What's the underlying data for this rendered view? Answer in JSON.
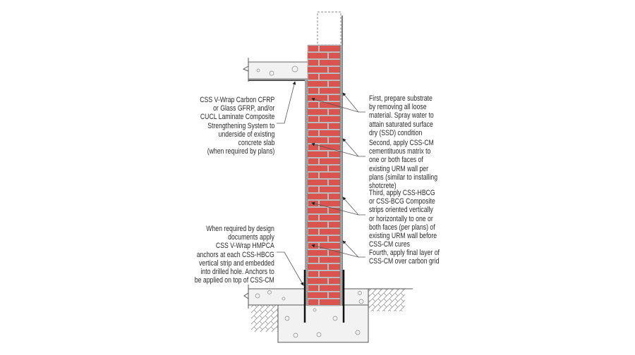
{
  "diagram": {
    "colors": {
      "brick": "#d9534f",
      "mortar": "#b9bcbd",
      "concrete": "#f2f2f2",
      "line": "#333333"
    },
    "labels_left": [
      {
        "text": "CSS V-Wrap Carbon CFRP\nor Glass GFRP, and/or\nCUCL Laminate Composite\nStrengthening System to\nunderside of existing\nconcrete slab\n(when required by plans)"
      },
      {
        "text": "When required by design\ndocuments apply\nCSS V-Wrap HMPCA\nanchors at each CSS-HBCG\nvertical strip and embedded\ninto drilled hole. Anchors to\nbe applied on top of CSS-CM"
      }
    ],
    "labels_right": [
      {
        "text": "First, prepare substrate\nby removing all loose\nmaterial. Spray water to\nattain saturated surface\ndry (SSD) condition"
      },
      {
        "text": "Second, apply CSS-CM\ncementituous matrix to\none or both faces of\nexisting URM wall per\nplans (similar to installing\nshotcrete)"
      },
      {
        "text": "Third, apply CSS-HBCG\nor CSS-BCG Composite\nstrips oriented vertically\nor horizontally to one or\nboth faces (per plans) of\nexisting URM wall before\nCSS-CM cures"
      },
      {
        "text": "Fourth, apply final layer of\nCSS-CM over carbon grid"
      }
    ]
  }
}
